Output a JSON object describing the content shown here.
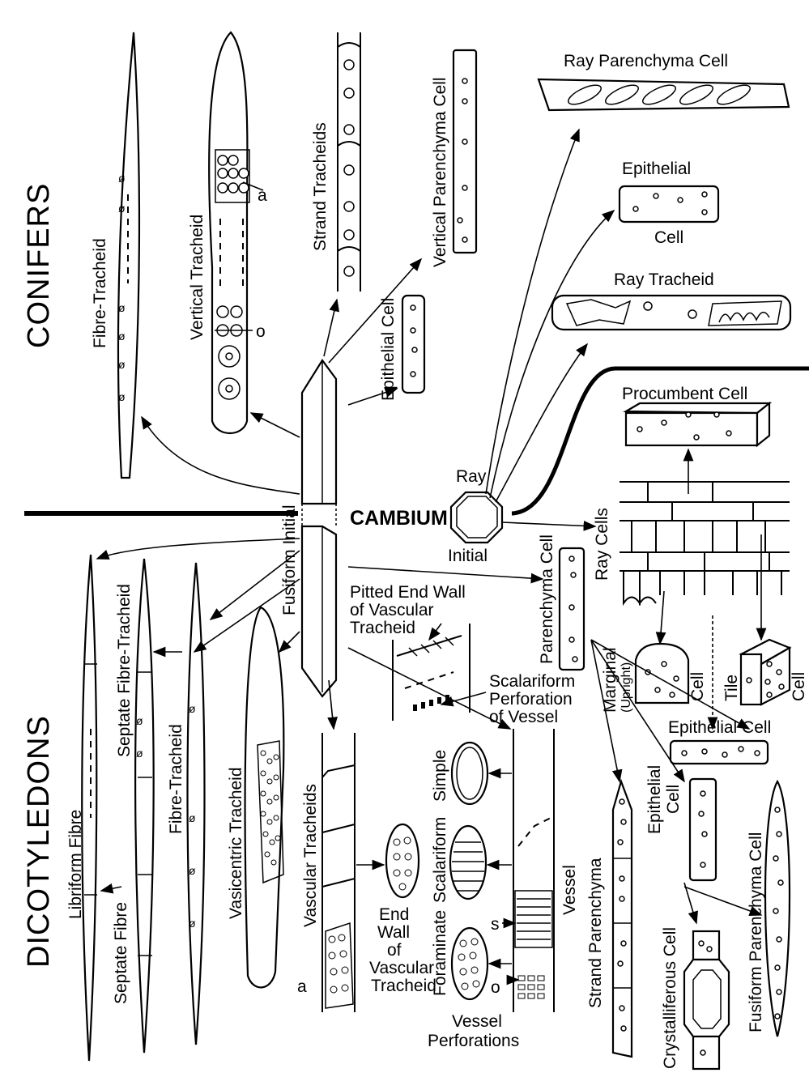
{
  "sections": {
    "conifers": "CONIFERS",
    "dicotyledons": "DICOTYLEDONS",
    "cambium": "CAMBIUM"
  },
  "labels": {
    "fibre_tracheid_top": "Fibre-Tracheid",
    "vertical_tracheid": "Vertical Tracheid",
    "strand_tracheids": "Strand Tracheids",
    "vertical_parenchyma_cell": "Vertical Parenchyma Cell",
    "ray_parenchyma_cell": "Ray Parenchyma Cell",
    "epithelial": "Epithelial",
    "cell": "Cell",
    "ray_tracheid": "Ray Tracheid",
    "epithelial_cell_top": "Epithelial Cell",
    "procumbent_cell": "Procumbent Cell",
    "ray": "Ray",
    "initial": "Initial",
    "fusiform_initial": "Fusiform Initial",
    "ray_cells": "Ray Cells",
    "parenchyma_cell": "Parenchyma Cell",
    "pitted_end_wall_1": "Pitted End Wall",
    "pitted_end_wall_2": "of Vascular",
    "pitted_end_wall_3": "Tracheid",
    "scalariform_perforation_1": "Scalariform",
    "scalariform_perforation_2": "Perforation",
    "scalariform_perforation_3": "of Vessel",
    "marginal": "Marginal",
    "upright": "(Upright)",
    "marginal_cell": "Cell",
    "tile": "Tile",
    "tile_cell": "Cell",
    "epithelial_cell_mid": "Epithelial Cell",
    "libriform_fibre": "Libriform Fibre",
    "septate_fibre_tracheid": "Septate Fibre-Tracheid",
    "fibre_tracheid_bottom": "Fibre-Tracheid",
    "vasicentric_tracheid": "Vasicentric Tracheid",
    "vascular_tracheids": "Vascular Tracheids",
    "septate_fibre": "Septate Fibre",
    "simple": "Simple",
    "scalariform": "Scalariform",
    "foraminate": "Foraminate",
    "end_wall_1": "End",
    "end_wall_2": "Wall",
    "end_wall_3": "of",
    "end_wall_4": "Vascular",
    "end_wall_5": "Tracheid",
    "vessel_perforations_1": "Vessel",
    "vessel_perforations_2": "Perforations",
    "vessel": "Vessel",
    "strand_parenchyma": "Strand Parenchyma",
    "epithelial_cell_low_1": "Epithelial",
    "epithelial_cell_low_2": "Cell",
    "crystalliferous_cell": "Crystalliferous Cell",
    "fusiform_parenchyma_cell": "Fusiform Parenchyma Cell",
    "letter_a_top": "a",
    "letter_o_top": "o",
    "letter_a_bottom": "a",
    "letter_s": "s",
    "letter_o_bottom": "o"
  }
}
